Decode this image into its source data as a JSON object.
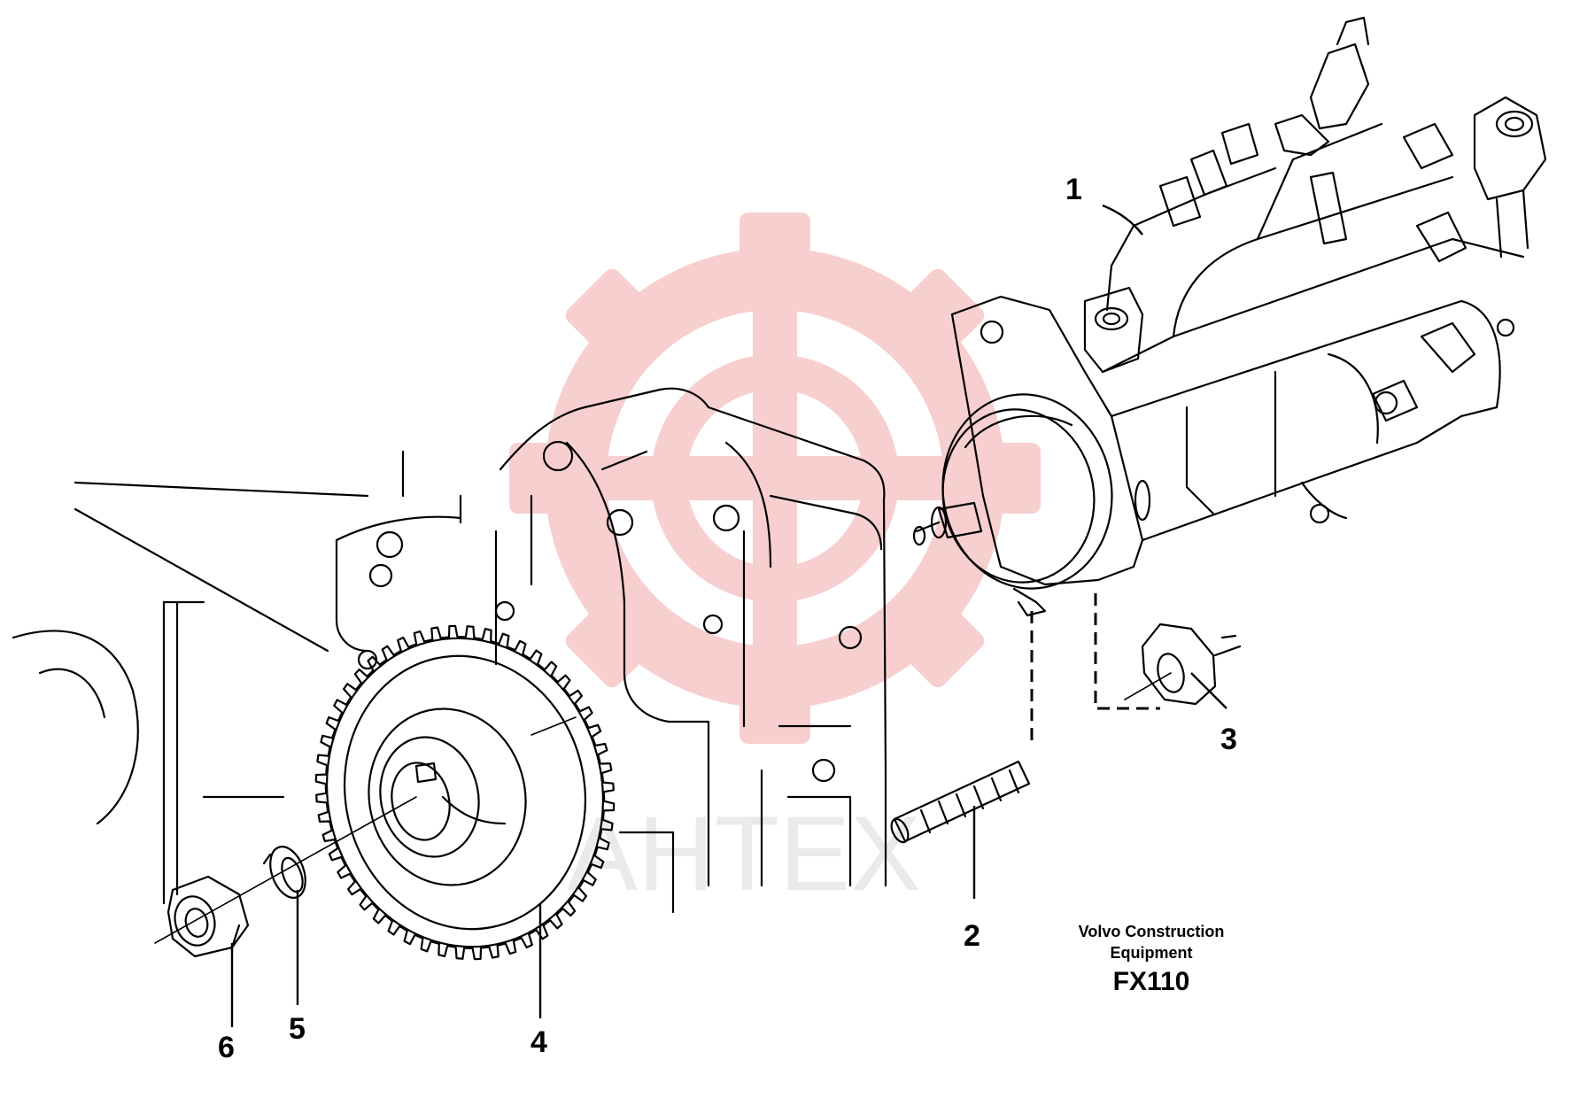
{
  "callouts": [
    {
      "id": "1",
      "label": "1"
    },
    {
      "id": "2",
      "label": "2"
    },
    {
      "id": "3",
      "label": "3"
    },
    {
      "id": "4",
      "label": "4"
    },
    {
      "id": "5",
      "label": "5"
    },
    {
      "id": "6",
      "label": "6"
    }
  ],
  "caption": {
    "line1": "Volvo Construction",
    "line2": "Equipment",
    "code": "FX110"
  },
  "watermark": {
    "text": "AHTEX",
    "color": "#f4c6c6"
  }
}
